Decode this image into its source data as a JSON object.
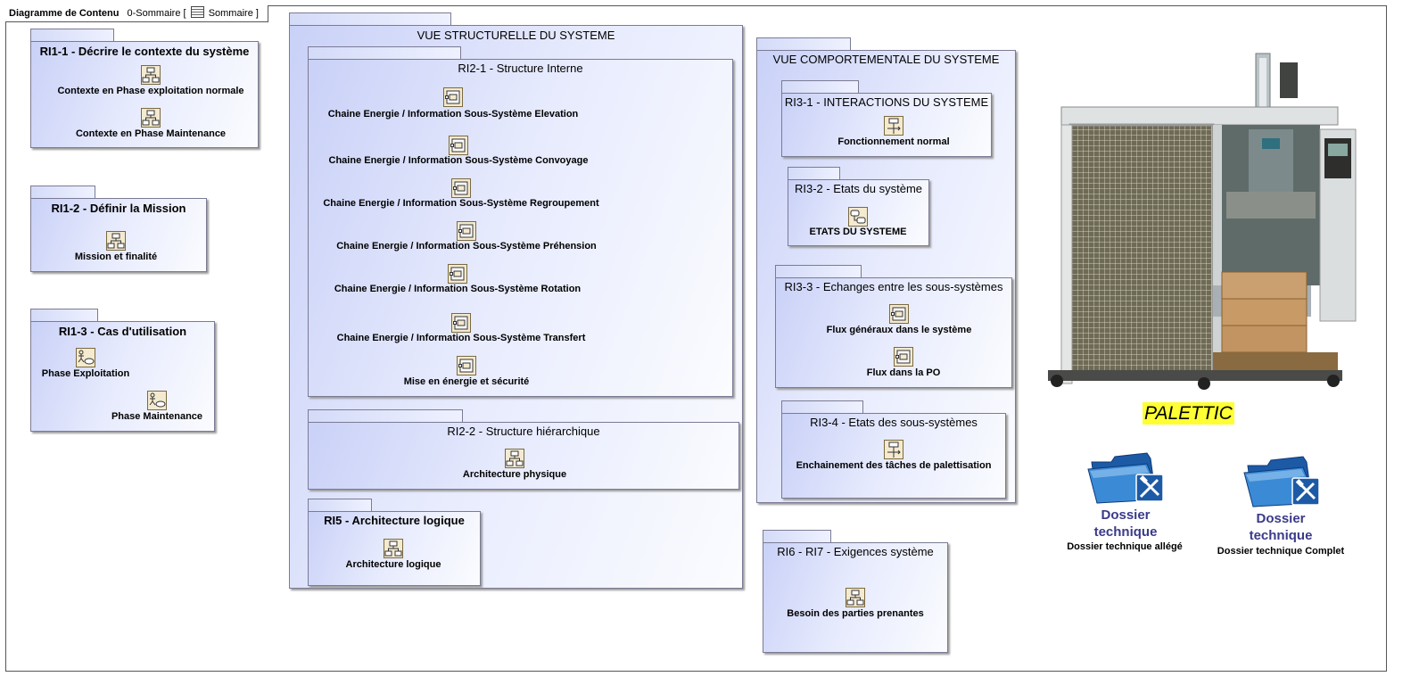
{
  "frame": {
    "type_label": "Diagramme de Contenu",
    "name": "0-Sommaire [",
    "ref": "Sommaire",
    "close": "]"
  },
  "ri1_1": {
    "title": "RI1-1 - Décrire le contexte du système",
    "items": [
      "Contexte en Phase exploitation normale",
      "Contexte en Phase Maintenance"
    ]
  },
  "ri1_2": {
    "title": "RI1-2 - Définir la Mission",
    "items": [
      "Mission et finalité"
    ]
  },
  "ri1_3": {
    "title": "RI1-3 - Cas d'utilisation",
    "items": [
      "Phase Exploitation",
      "Phase Maintenance"
    ]
  },
  "vue_struct": {
    "title": "VUE STRUCTURELLE DU SYSTEME",
    "ri2_1": {
      "title": "RI2-1 - Structure Interne",
      "items": [
        "Chaine Energie / Information Sous-Système Elevation",
        "Chaine Energie / Information Sous-Système Convoyage",
        "Chaine Energie / Information Sous-Système Regroupement",
        "Chaine Energie / Information Sous-Système Préhension",
        "Chaine Energie / Information Sous-Système Rotation",
        "Chaine Energie / Information Sous-Système Transfert",
        "Mise en énergie et sécurité"
      ]
    },
    "ri2_2": {
      "title": "RI2-2 - Structure hiérarchique",
      "items": [
        "Architecture physique"
      ]
    },
    "ri5": {
      "title": "RI5 - Architecture logique",
      "items": [
        "Architecture logique"
      ]
    }
  },
  "vue_comp": {
    "title": "VUE COMPORTEMENTALE DU SYSTEME",
    "ri3_1": {
      "title": "RI3-1 - INTERACTIONS DU SYSTEME",
      "items": [
        "Fonctionnement normal"
      ]
    },
    "ri3_2": {
      "title": "RI3-2 - Etats du système",
      "items": [
        "ETATS DU SYSTEME"
      ]
    },
    "ri3_3": {
      "title": "RI3-3 - Echanges entre les sous-systèmes",
      "items": [
        "Flux généraux dans le système",
        "Flux dans la PO"
      ]
    },
    "ri3_4": {
      "title": "RI3-4 - Etats des sous-systèmes",
      "items": [
        "Enchainement des tâches de palettisation"
      ]
    }
  },
  "ri6": {
    "title": "RI6 - RI7 - Exigences système",
    "items": [
      "Besoin des parties prenantes"
    ]
  },
  "palettic": "PALETTIC",
  "dossier1": {
    "title1": "Dossier",
    "title2": "technique",
    "sub": "Dossier technique allégé"
  },
  "dossier2": {
    "title1": "Dossier",
    "title2": "technique",
    "sub": "Dossier technique Complet"
  },
  "icons": {
    "block": "block-diagram-icon",
    "ibd": "internal-block-diagram-icon",
    "usecase": "use-case-diagram-icon",
    "sequence": "sequence-diagram-icon",
    "state": "state-machine-icon",
    "requirement": "requirement-diagram-icon",
    "folder": "folder-tools-icon"
  }
}
